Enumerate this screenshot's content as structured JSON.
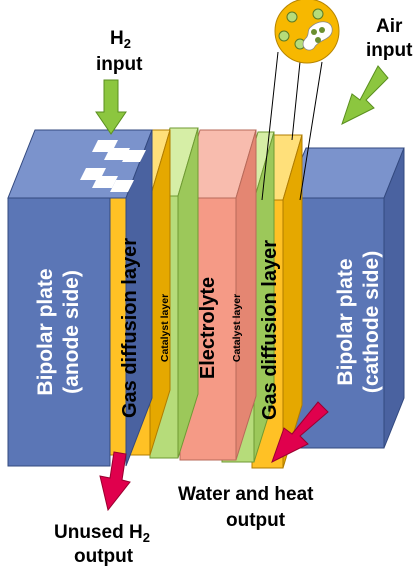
{
  "labels": {
    "h2_input_line1": "H",
    "h2_input_sub": "2",
    "h2_input_line2": "input",
    "air_input_line1": "Air",
    "air_input_line2": "input",
    "bipolar_anode_line1": "Bipolar plate",
    "bipolar_anode_line2": "(anode side)",
    "gdl_anode": "Gas diffusion layer",
    "catalyst_anode": "Catalyst layer",
    "electrolyte": "Electrolyte",
    "catalyst_cathode": "Catalyst layer",
    "gdl_cathode": "Gas diffusion layer",
    "bipolar_cathode_line1": "Bipolar plate",
    "bipolar_cathode_line2": "(cathode side)",
    "water_heat_line1": "Water and heat",
    "water_heat_line2": "output",
    "unused_h2_line1": "Unused H",
    "unused_h2_sub": "2",
    "unused_h2_line2": "output"
  },
  "colors": {
    "bipolar_plate": "#5b76b6",
    "bipolar_plate_side": "#7b93cc",
    "gas_diffusion_layer": "#ffc125",
    "gas_diffusion_side": "#ffe07a",
    "catalyst_layer": "#b6dc7a",
    "catalyst_side": "#d6eea6",
    "electrolyte": "#f59a86",
    "electrolyte_side": "#f8bcae",
    "input_arrow": "#8cc63f",
    "output_arrow": "#e0004d",
    "zoom_circle": "#f7b800"
  },
  "icons": [
    "h2-input-arrow",
    "air-input-arrow",
    "unused-h2-output-arrow",
    "water-heat-output-arrow",
    "zoom-detail-circle"
  ]
}
